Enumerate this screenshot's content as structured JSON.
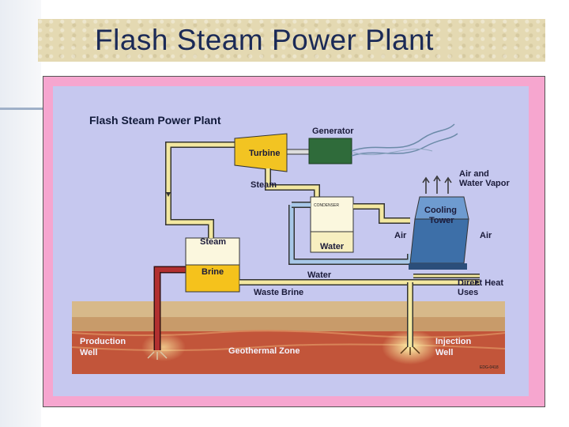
{
  "slide": {
    "title": "Flash Steam Power Plant"
  },
  "diagram": {
    "title": "Flash Steam Power Plant",
    "labels": {
      "generator": "Generator",
      "turbine": "Turbine",
      "steam_pipe": "Steam",
      "air_water_vapor_1": "Air and",
      "air_water_vapor_2": "Water Vapor",
      "cooling_tower_1": "Cooling",
      "cooling_tower_2": "Tower",
      "air_left": "Air",
      "air_right": "Air",
      "condenser_water": "Water",
      "separator_steam": "Steam",
      "separator_brine": "Brine",
      "water_return": "Water",
      "direct_heat_1": "Direct Heat",
      "direct_heat_2": "Uses",
      "waste_brine": "Waste Brine",
      "production_well_1": "Production",
      "production_well_2": "Well",
      "geothermal_zone": "Geothermal Zone",
      "injection_well_1": "Injection",
      "injection_well_2": "Well",
      "figure_code": "EDG-0418"
    },
    "colors": {
      "pipe": "#f3e8a0",
      "pipe_outline": "#3a3a3a",
      "turbine": "#f2c422",
      "generator": "#2f6b3a",
      "cooling_tower": "#3d6fa8",
      "brine": "#f5c21c",
      "production_pipe": "#b23030",
      "geothermal_zone": "#c2553a"
    }
  }
}
